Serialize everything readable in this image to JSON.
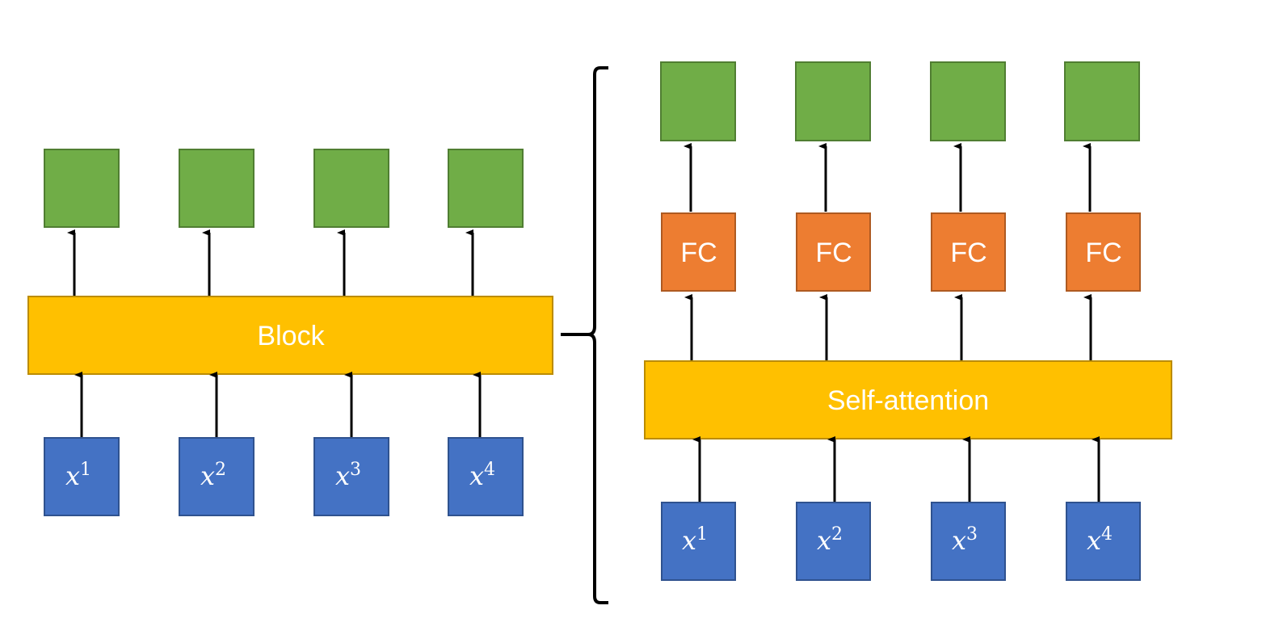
{
  "colors": {
    "output": "#70ad47",
    "output_border": "#507e32",
    "input": "#4472c4",
    "input_border": "#2f528f",
    "block": "#ffc000",
    "block_border": "#bc8c00",
    "fc": "#ed7d31",
    "fc_border": "#ae5a21",
    "arrow": "#000000",
    "label_text": "#ffffff"
  },
  "left": {
    "block_label": "Block",
    "inputs": [
      {
        "base": "x",
        "sup": "1"
      },
      {
        "base": "x",
        "sup": "2"
      },
      {
        "base": "x",
        "sup": "3"
      },
      {
        "base": "x",
        "sup": "4"
      }
    ]
  },
  "right": {
    "attention_label": "Self-attention",
    "fc_labels": [
      "FC",
      "FC",
      "FC",
      "FC"
    ],
    "inputs": [
      {
        "base": "x",
        "sup": "1"
      },
      {
        "base": "x",
        "sup": "2"
      },
      {
        "base": "x",
        "sup": "3"
      },
      {
        "base": "x",
        "sup": "4"
      }
    ]
  }
}
